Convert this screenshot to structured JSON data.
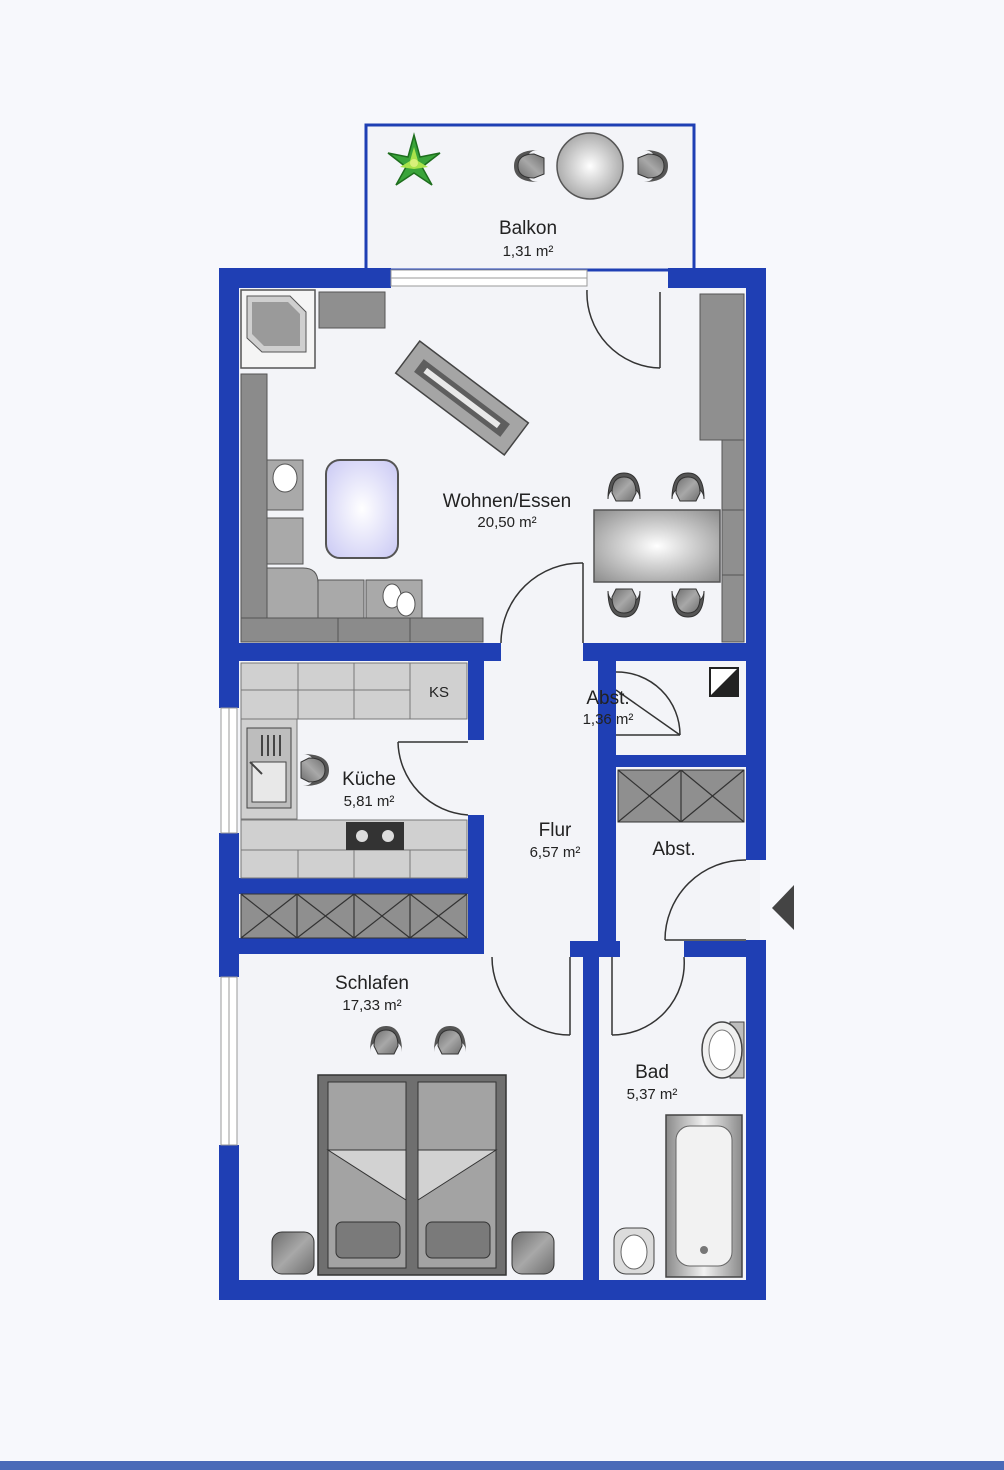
{
  "colors": {
    "wall": "#1f3fb4",
    "floor": "#f3f4f8",
    "furniture": "#8a8a8a",
    "furniture_light": "#c7c7c7",
    "background": "#f7f8fc"
  },
  "rooms": {
    "balkon": {
      "name": "Balkon",
      "area": "1,31 m²"
    },
    "wohnen": {
      "name": "Wohnen/Essen",
      "area": "20,50 m²"
    },
    "abst_small": {
      "name": "Abst.",
      "area": "1,36 m²"
    },
    "kueche": {
      "name": "Küche",
      "area": "5,81 m²"
    },
    "flur": {
      "name": "Flur",
      "area": "6,57 m²"
    },
    "abst": {
      "name": "Abst."
    },
    "schlafen": {
      "name": "Schlafen",
      "area": "17,33 m²"
    },
    "bad": {
      "name": "Bad",
      "area": "5,37 m²"
    }
  },
  "labels": {
    "fridge": "KS"
  },
  "icons": {
    "plant": "plant-icon",
    "entrance": "entrance-arrow-icon"
  }
}
